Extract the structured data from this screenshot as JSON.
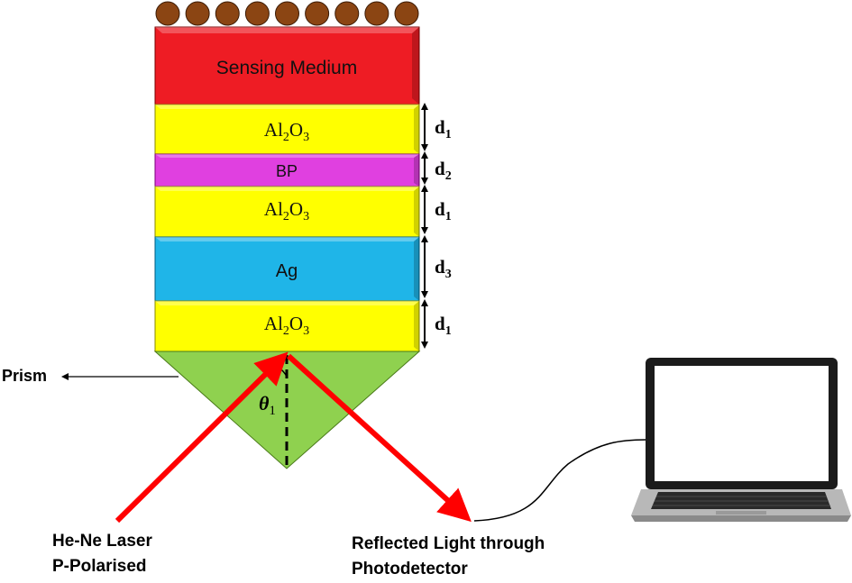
{
  "layers": [
    {
      "label": "Sensing Medium",
      "fill": "#ee1c24",
      "font": "sans"
    },
    {
      "label_main": "Al",
      "sub1": "2",
      "label_mid": "O",
      "sub2": "3",
      "fill": "#ffff00",
      "thickness_label": "d",
      "thickness_sub": "1"
    },
    {
      "label": "BP",
      "fill": "#e040e0",
      "font": "sans",
      "thickness_label": "d",
      "thickness_sub": "2"
    },
    {
      "label_main": "Al",
      "sub1": "2",
      "label_mid": "O",
      "sub2": "3",
      "fill": "#ffff00",
      "thickness_label": "d",
      "thickness_sub": "1"
    },
    {
      "label": "Ag",
      "fill": "#1fb5e8",
      "font": "sans",
      "thickness_label": "d",
      "thickness_sub": "3"
    },
    {
      "label_main": "Al",
      "sub1": "2",
      "label_mid": "O",
      "sub2": "3",
      "fill": "#ffff00",
      "thickness_label": "d",
      "thickness_sub": "1"
    }
  ],
  "prism": {
    "label": "Prism",
    "fill": "#8fd14f"
  },
  "angle": {
    "symbol": "θ",
    "sub": "1"
  },
  "laser": {
    "line1": "He-Ne Laser",
    "line2": "P-Polarised",
    "color": "#ff0000"
  },
  "reflected": {
    "line1": "Reflected Light through",
    "line2": "Photodetector"
  },
  "nanoparticles": {
    "count": 9,
    "color": "#8b4513"
  }
}
